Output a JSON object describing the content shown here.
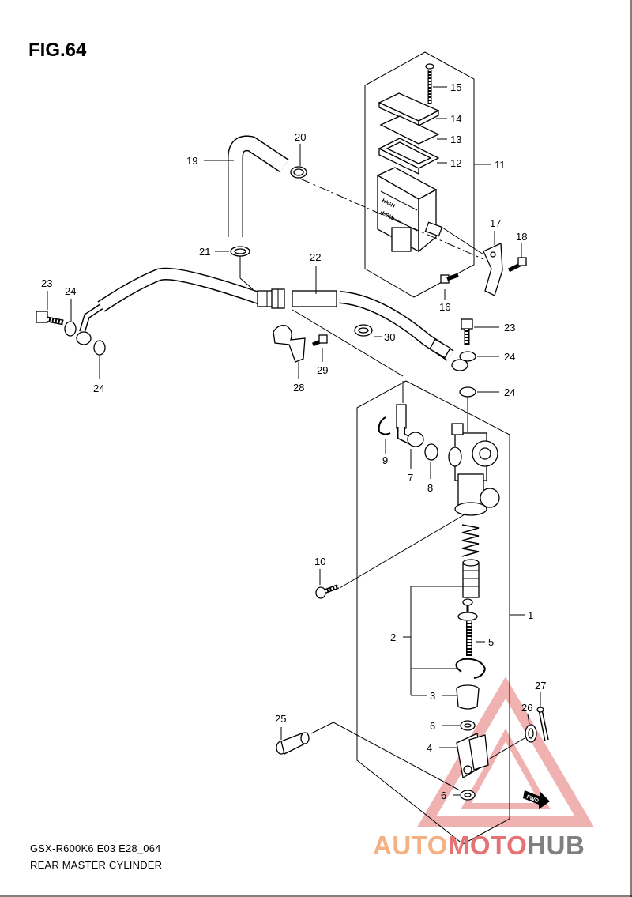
{
  "figure": {
    "title": "FIG.64",
    "model_code": "GSX-R600K6 E03 E28_064",
    "caption": "REAR MASTER CYLINDER"
  },
  "brand": {
    "part1": "AUTO",
    "part2": "MOTO",
    "part3": "HUB",
    "colors": {
      "accent1": "#f4b183",
      "accent2": "#e57373",
      "accent3": "#7f7f7f"
    }
  },
  "callouts": {
    "n1": "1",
    "n2": "2",
    "n3": "3",
    "n4": "4",
    "n5": "5",
    "n6a": "6",
    "n6b": "6",
    "n7": "7",
    "n8": "8",
    "n9": "9",
    "n10": "10",
    "n11": "11",
    "n12": "12",
    "n13": "13",
    "n14": "14",
    "n15": "15",
    "n16": "16",
    "n17": "17",
    "n18": "18",
    "n19": "19",
    "n20": "20",
    "n21": "21",
    "n22": "22",
    "n23a": "23",
    "n23b": "23",
    "n24a": "24",
    "n24b": "24",
    "n24c": "24",
    "n24d": "24",
    "n25": "25",
    "n26": "26",
    "n27": "27",
    "n28": "28",
    "n29": "29",
    "n30": "30"
  },
  "reservoir_labels": {
    "high": "HIGH",
    "low": "LOW"
  },
  "fwd_label": "FWD"
}
